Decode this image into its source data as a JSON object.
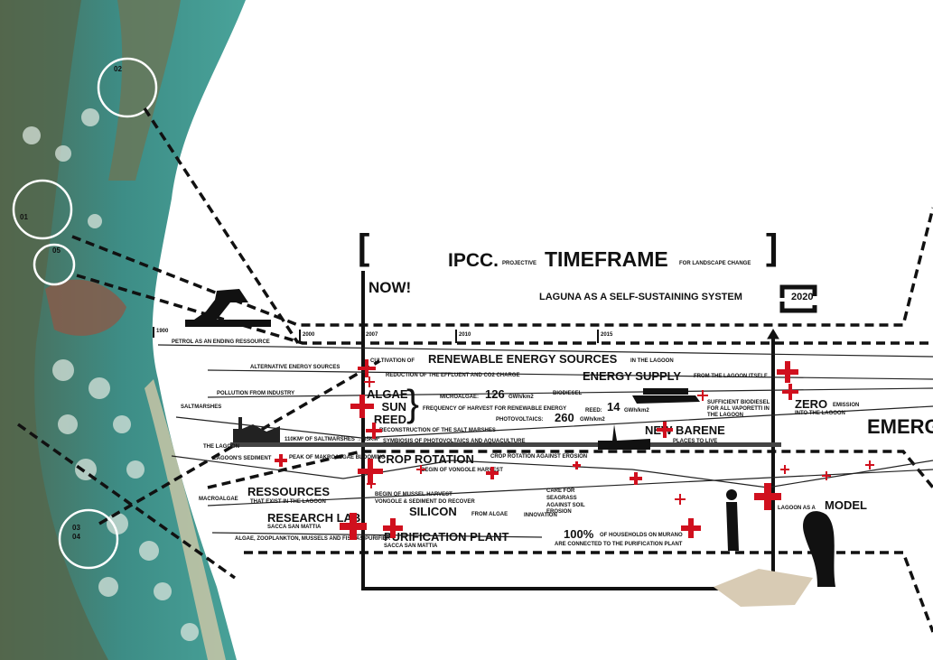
{
  "poster": {
    "title_prefix": "IPCC.",
    "title_small": "PROJECTIVE",
    "title_main": "TIMEFRAME",
    "title_suffix": "FOR LANDSCAPE CHANGE",
    "now": "NOW!",
    "laguna": "LAGUNA AS A SELF-SUSTAINING SYSTEM",
    "target_year": "2020",
    "emergency": "EMERG"
  },
  "map": {
    "circles": [
      "02",
      "01",
      "05",
      "03",
      "04"
    ]
  },
  "timeline": {
    "years": [
      "1900",
      "2000",
      "2007",
      "2010",
      "2015"
    ]
  },
  "left_notes": {
    "petrol": "PETROL AS AN ENDING RESSOURCE",
    "alt_energy": "ALTERNATIVE ENERGY SOURCES",
    "pollution": "POLLUTION FROM INDUSTRY",
    "saltmarshes": "SALTMARSHES",
    "saltmarsh_area": "110km² OF SALTMARSHES → 35km²",
    "lagoon": "THE LAGOON",
    "sediment": "LAGOON'S SEDIMENT",
    "macroalgae": "MACROALGAE",
    "peak": "PEAK OF MAKROALGAE BLOOMING",
    "ressources": "RESSOURCES",
    "ressources_sub": "THAT EXIST IN THE LAGOON",
    "research_lab": "RESEARCH LAB",
    "research_sub": "SACCA SAN MATTIA",
    "purifier": "ALGAE, ZOOPLANKTON, MUSSELS AND FISH AS PURIFIER"
  },
  "energy": {
    "cultivation_small": "CULTIVATION OF",
    "cultivation_big": "RENEWABLE ENERGY SOURCES",
    "cultivation_suffix": "IN THE LAGOON",
    "reduction": "REDUCTION OF THE EFFLUENT AND CO2 CHARGE",
    "algae": "ALGAE",
    "sun": "SUN",
    "reed": "REED",
    "microalgae_label": "MICROALGAE:",
    "microalgae_value": "126",
    "microalgae_unit": "GWh/km2",
    "biodiesel": "BIODIESEL",
    "frequency": "FREQUENCY OF HARVEST FOR RENEWABLE ENERGY",
    "reed_label": "REED:",
    "reed_value": "14",
    "reed_unit": "GWh/km2",
    "pv_label": "PHOTOVOLTAICS:",
    "pv_value": "260",
    "pv_unit": "GWh/km2",
    "reconstruction": "RECONSTRUCTION OF THE SALT MARSHES",
    "symbiosis": "SYMBIOSIS OF PHOTOVOLTAICS AND AQUACULTURE",
    "supply_big": "ENERGY SUPPLY",
    "supply_small": "FROM THE LAGOON ITSELF",
    "sufficient": "SUFFICIENT BIODIESEL FOR ALL VAPORETTI IN THE LAGOON",
    "zero_big": "ZERO",
    "zero_small": "EMISSION",
    "zero_sub": "INTO THE LAGOON",
    "barene": "NEW BARENE",
    "barene_sub": "PLACES TO LIVE"
  },
  "lower": {
    "crop": "CROP ROTATION",
    "crop_erosion": "CROP ROTATION AGAINST EROSION",
    "vongole": "BEGIN OF VONGOLE HARVEST",
    "mussel": "BEGIN OF MUSSEL HARVEST",
    "recover": "VONGOLE & SEDIMENT DO RECOVER",
    "seagrass": "CARE FOR SEAGRASS AGAINST SOIL EROSION",
    "silicon": "SILICON",
    "silicon_sub": "FROM ALGAE",
    "innovation": "INNOVATION",
    "purification": "PURIFICATION PLANT",
    "purification_sub": "SACCA SAN MATTIA",
    "hundred": "100%",
    "hundred_text": "OF HOUSEHOLDS ON MURANO",
    "hundred_sub": "ARE CONNECTED TO THE PURIFICATION PLANT",
    "model_small": "LAGOON AS A",
    "model_big": "MODEL"
  },
  "colors": {
    "accent_red": "#d0101e",
    "lagoon": "#3d8d86",
    "land": "#56664a"
  }
}
